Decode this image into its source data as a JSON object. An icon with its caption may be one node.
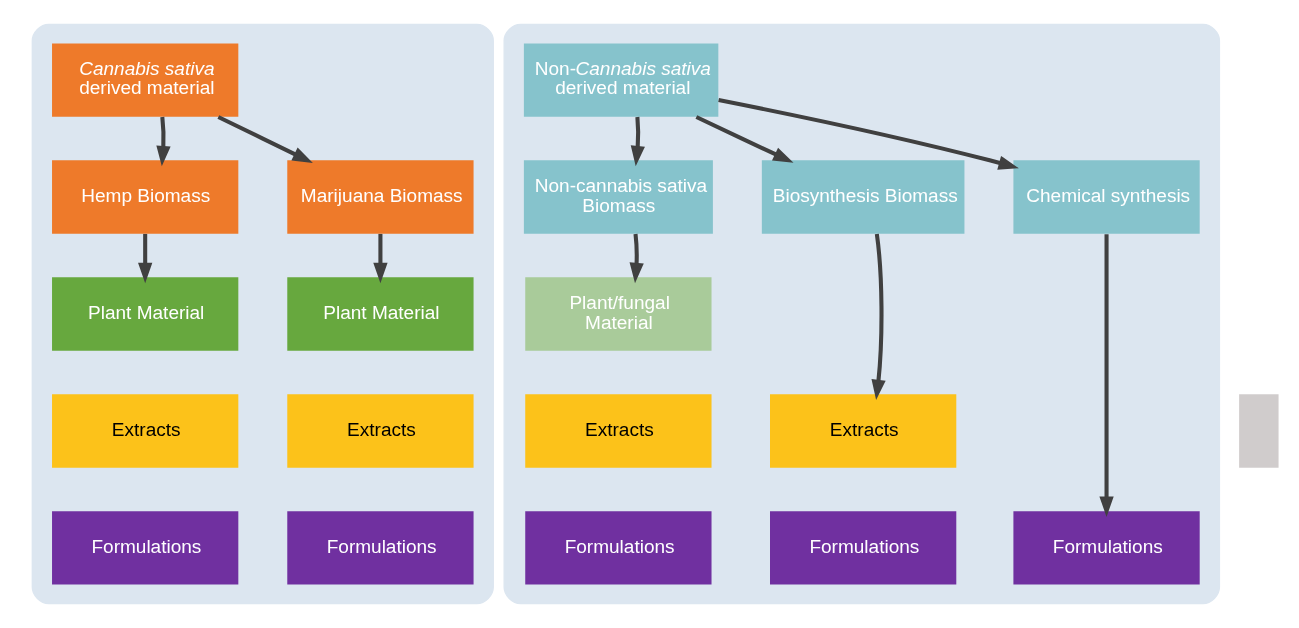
{
  "diagram": {
    "nodes": [
      {
        "text": [],
        "shape": "box"
      },
      {
        "text": [
          "*Cannabis sativa* derived material"
        ],
        "in": 0
      },
      {
        "text": [
          "Hemp Biomass"
        ],
        "in": 0
      },
      {
        "text": [
          "Marijuana Biomass"
        ],
        "in": 0
      },
      {
        "text": [
          "Plant Material"
        ],
        "in": 0
      },
      {
        "text": [
          "Plant Material"
        ],
        "in": 0
      },
      {
        "text": [
          "Extracts"
        ],
        "in": 0
      },
      {
        "text": [
          "Extracts"
        ],
        "in": 0
      },
      {
        "text": [
          "Formulations"
        ],
        "in": 0
      },
      {
        "text": [
          "Formulations"
        ],
        "in": 0
      },
      {
        "text": [],
        "shape": "box"
      },
      {
        "text": [
          "Non-*Cannabis sativa* derived material"
        ],
        "in": 10
      },
      {
        "text": [
          "Non-cannabis sativa Biomass"
        ],
        "in": 10
      },
      {
        "text": [
          "Biosynthesis Biomass"
        ],
        "in": 10
      },
      {
        "text": [
          "Chemical synthesis"
        ],
        "in": 10
      },
      {
        "text": [
          "Plant/fungal Material"
        ],
        "in": 10
      },
      {
        "text": [
          "Extracts"
        ],
        "in": 10
      },
      {
        "text": [
          "Extracts"
        ],
        "in": 10
      },
      {
        "text": [
          "Formulations"
        ],
        "in": 10
      },
      {
        "text": [
          "Formulations"
        ],
        "in": 10
      },
      {
        "text": [
          "Formulations"
        ],
        "in": 10
      },
      {
        "text": [],
        "shape": "bar"
      }
    ],
    "edges": [
      {
        "from": 1,
        "to": 2,
        "arrow": "to"
      },
      {
        "from": 1,
        "to": 3,
        "arrow": "to"
      },
      {
        "from": 2,
        "to": 4,
        "arrow": "to"
      },
      {
        "from": 3,
        "to": 5,
        "arrow": "to"
      },
      {
        "from": 11,
        "to": 12,
        "arrow": "to"
      },
      {
        "from": 11,
        "to": 13,
        "arrow": "to"
      },
      {
        "from": 11,
        "to": 14,
        "arrow": "to"
      },
      {
        "from": 12,
        "to": 15,
        "arrow": "to"
      },
      {
        "from": 13,
        "to": 17,
        "arrow": "to"
      },
      {
        "from": 14,
        "to": 20,
        "arrow": "to"
      }
    ]
  }
}
